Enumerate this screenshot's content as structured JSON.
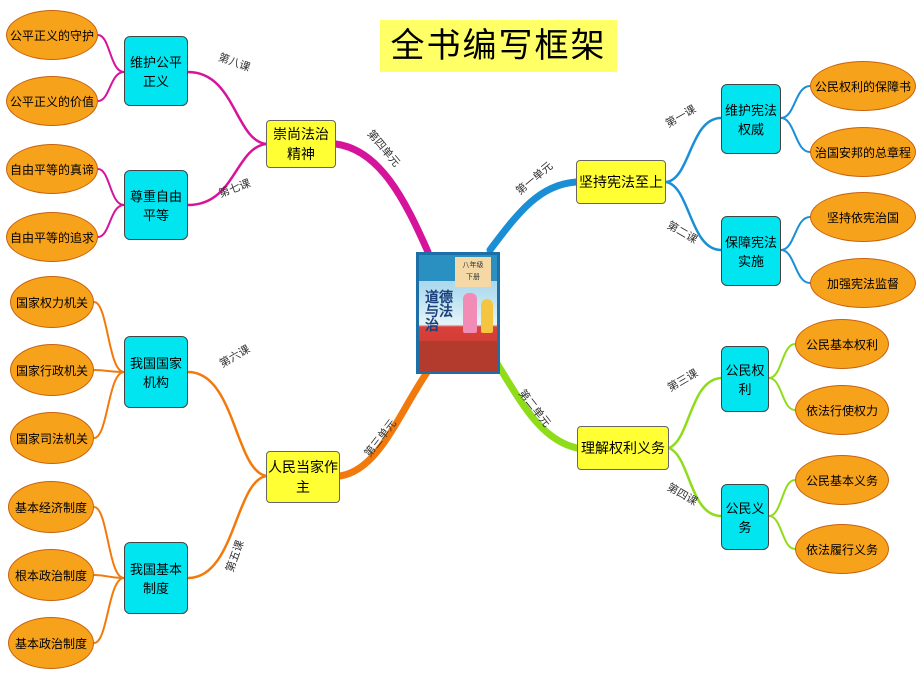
{
  "title": "全书编写框架",
  "cover": {
    "title": "道德与法治",
    "grade": "八年级",
    "volume": "下册",
    "icon": "textbook-cover-image"
  },
  "colors": {
    "unit_fill": "#ffff33",
    "lesson_fill": "#00e5f0",
    "leaf_fill": "#f7a21b",
    "branch_unit1": "#1a8fd6",
    "branch_unit2": "#8fdc1a",
    "branch_unit3": "#f27a0c",
    "branch_unit4": "#d6139b"
  },
  "units": [
    {
      "name": "坚持宪法至上",
      "label": "第一单元",
      "lessons": [
        {
          "name": "维护宪法权威",
          "label": "第一课",
          "topics": [
            "公民权利的保障书",
            "治国安邦的总章程"
          ]
        },
        {
          "name": "保障宪法实施",
          "label": "第二课",
          "topics": [
            "坚持依宪治国",
            "加强宪法监督"
          ]
        }
      ]
    },
    {
      "name": "理解权利义务",
      "label": "第二单元",
      "lessons": [
        {
          "name": "公民权利",
          "label": "第三课",
          "topics": [
            "公民基本权利",
            "依法行使权力"
          ]
        },
        {
          "name": "公民义务",
          "label": "第四课",
          "topics": [
            "公民基本义务",
            "依法履行义务"
          ]
        }
      ]
    },
    {
      "name": "人民当家作主",
      "label": "第三单元",
      "lessons": [
        {
          "name": "我国国家机构",
          "label": "第六课",
          "topics": [
            "国家权力机关",
            "国家行政机关",
            "国家司法机关"
          ]
        },
        {
          "name": "我国基本制度",
          "label": "第五课",
          "topics": [
            "基本经济制度",
            "根本政治制度",
            "基本政治制度"
          ]
        }
      ]
    },
    {
      "name": "崇尚法治精神",
      "label": "第四单元",
      "lessons": [
        {
          "name": "维护公平正义",
          "label": "第八课",
          "topics": [
            "公平正义的守护",
            "公平正义的价值"
          ]
        },
        {
          "name": "尊重自由平等",
          "label": "第七课",
          "topics": [
            "自由平等的真谛",
            "自由平等的追求"
          ]
        }
      ]
    }
  ]
}
